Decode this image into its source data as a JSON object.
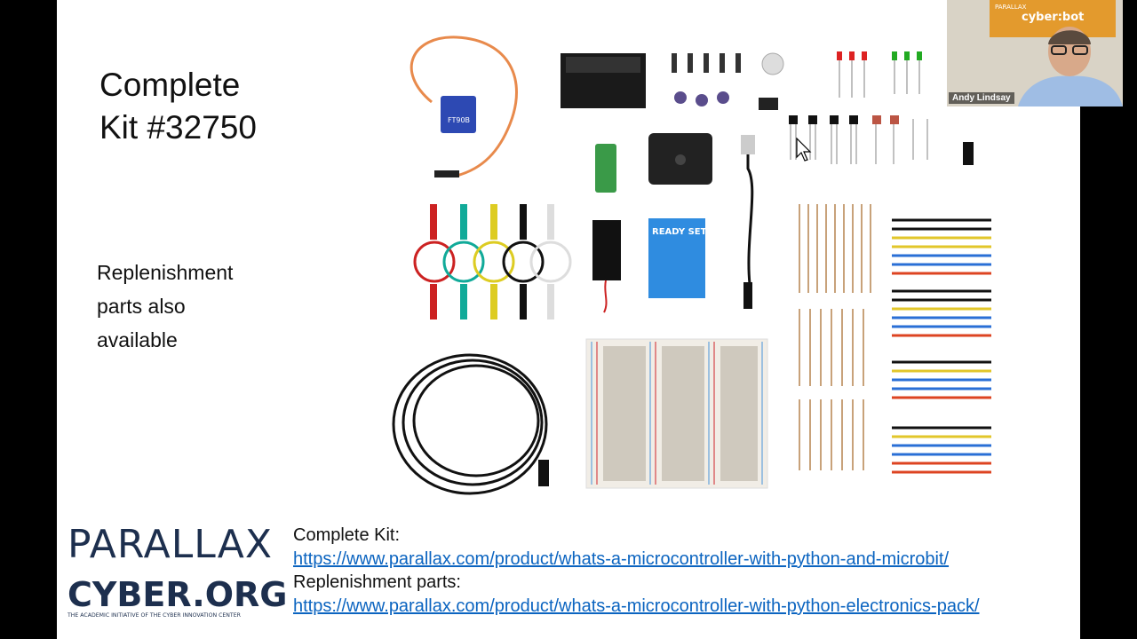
{
  "slide": {
    "title_line1": "Complete",
    "title_line2": "Kit #32750",
    "subtitle_line1": "Replenishment",
    "subtitle_line2": "parts also",
    "subtitle_line3": "available"
  },
  "kit_image": {
    "servo_label": "FT90B"
  },
  "logos": {
    "parallax": "PARALLAX",
    "cyber": "CYBER.ORG",
    "cyber_tagline": "THE ACADEMIC INITIATIVE OF THE CYBER INNOVATION CENTER"
  },
  "info": {
    "kit_label": "Complete Kit:",
    "kit_url": "https://www.parallax.com/product/whats-a-microcontroller-with-python-and-microbit/",
    "parts_label": "Replenishment parts:",
    "parts_url": "https://www.parallax.com/product/whats-a-microcontroller-with-python-electronics-pack/"
  },
  "card": {
    "text": "READY SET GO>"
  },
  "webcam": {
    "name": "Andy Lindsay",
    "banner": "cyber:bot",
    "banner_small": "PARALLAX"
  },
  "colors": {
    "link": "#0b64c0",
    "logo_navy": "#1d2f4e",
    "background": "#000000"
  }
}
